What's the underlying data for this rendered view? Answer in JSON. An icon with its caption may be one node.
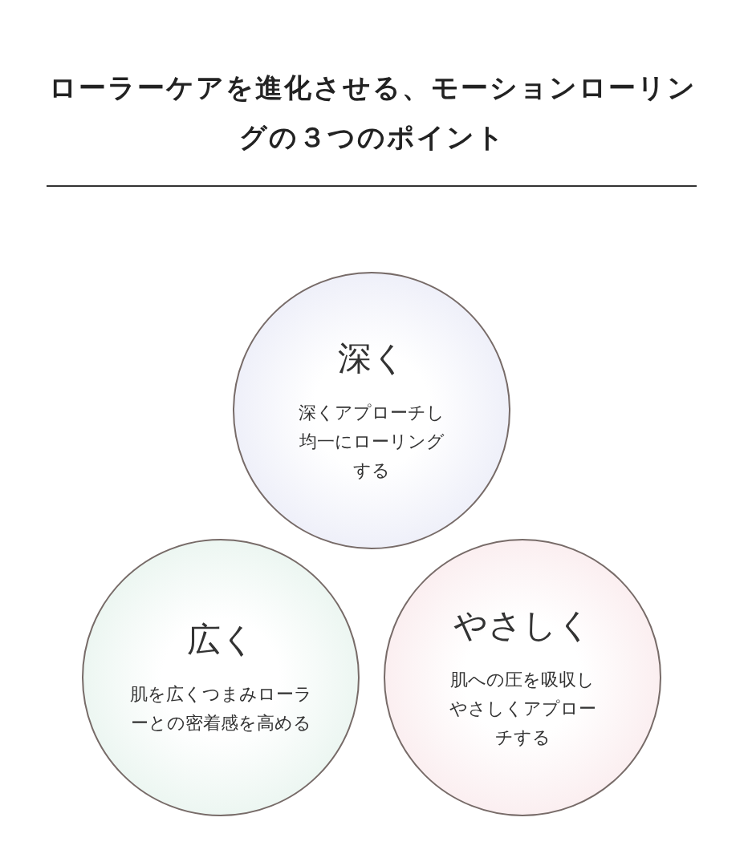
{
  "diagram": {
    "title": "ローラーケアを進化させる、モーションローリングの３つのポイント",
    "nodes": [
      {
        "text": [
          "深く",
          "深くアプローチし均一にローリングする"
        ]
      },
      {
        "text": [
          "広く",
          "肌を広くつまみローラーとの密着感を高める"
        ]
      },
      {
        "text": [
          "やさしく",
          "肌への圧を吸収しやさしくアプローチする"
        ]
      }
    ]
  }
}
